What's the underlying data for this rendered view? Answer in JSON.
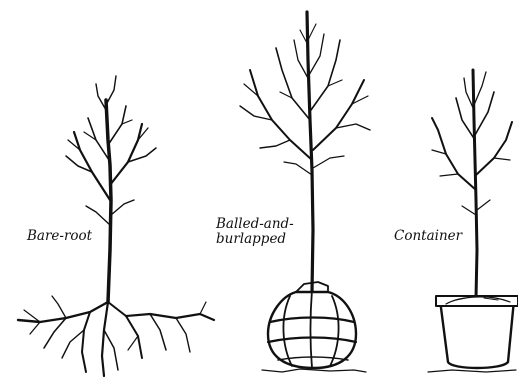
{
  "labels": {
    "bare_root": "Bare-root",
    "balled_line1": "Balled-and-",
    "balled_line2": "burlapped",
    "container": "Container"
  },
  "items": [
    {
      "id": "bare-root",
      "caption_key": "bare_root"
    },
    {
      "id": "balled-and-burlapped",
      "caption_key": "balled_line1"
    },
    {
      "id": "container",
      "caption_key": "container"
    }
  ],
  "colors": {
    "ink": "#111111",
    "background": "#ffffff"
  }
}
